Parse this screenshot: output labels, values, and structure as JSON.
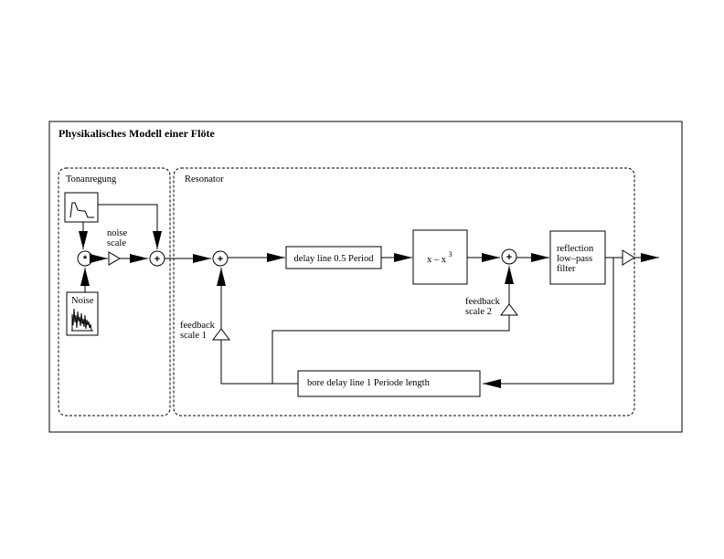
{
  "title": "Physikalisches Modell einer Flöte",
  "sections": {
    "excitation": "Tonanregung",
    "resonator": "Resonator"
  },
  "blocks": {
    "noise": "Noise",
    "noise_scale_1": "noise",
    "noise_scale_2": "scale",
    "delay_half": "delay line 0.5 Period",
    "nonlinear_base": "x – x",
    "nonlinear_exp": "3",
    "reflection_1": "reflection",
    "reflection_2": "low–pass",
    "reflection_3": "filter",
    "feedback1_1": "feedback",
    "feedback1_2": "scale 1",
    "feedback2_1": "feedback",
    "feedback2_2": "scale 2",
    "bore_delay": "bore delay line  1 Periode length"
  },
  "operators": {
    "multiply": "*",
    "add": "+"
  }
}
